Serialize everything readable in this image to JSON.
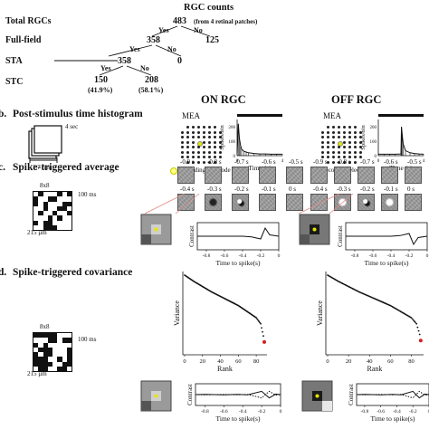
{
  "tree": {
    "title": "RGC counts",
    "rows": [
      {
        "label": "Total RGCs",
        "value": "483",
        "note": "(from 4 retinal patches)"
      },
      {
        "label": "Full-field",
        "yes": "Yes",
        "no": "No",
        "value": "358",
        "no_value": "125"
      },
      {
        "label": "STA",
        "yes": "Yes",
        "no": "No",
        "value": "358",
        "no_value": "0"
      },
      {
        "label": "STC",
        "yes": "Yes",
        "no": "No",
        "value": "150",
        "no_value": "208",
        "value_pct": "(41.9%)",
        "no_value_pct": "(58.1%)"
      }
    ],
    "branch_yes": "Yes",
    "branch_no": "No"
  },
  "columns": {
    "on": "ON RGC",
    "off": "OFF RGC"
  },
  "sections": {
    "psth": {
      "letter": "b.",
      "title": "Post-stimulus time histogram",
      "duration": "4 sec",
      "scale": "1.7 mm",
      "mea_label": "MEA",
      "electrode_label": "Recording electrode",
      "ylabel": "Spikes/bin",
      "xlabel": "Time (s)",
      "y_ticks": [
        "200",
        "100",
        "0"
      ],
      "x_ticks": [
        "0",
        "4"
      ]
    },
    "sta": {
      "letter": "c.",
      "title": "Spike-triggered average",
      "grid": "8x8",
      "frame": "100 ms",
      "pixel": "215 µm",
      "frame_times_top": [
        "-0.9 s",
        "-0.8 s",
        "-0.7 s",
        "-0.6 s",
        "-0.5 s"
      ],
      "frame_times_bottom": [
        "-0.4 s",
        "-0.3 s",
        "-0.2 s",
        "-0.1 s",
        "0 s"
      ],
      "ylabel": "Contrast",
      "xlabel": "Time to spike(s)",
      "x_ticks": [
        "-0.8",
        "-0.6",
        "-0.4",
        "-0.2",
        "0"
      ]
    },
    "stc": {
      "letter": "d.",
      "title": "Spike-triggered covariance",
      "grid": "8x8",
      "frame": "100 ms",
      "pixel": "215 µm",
      "ylabel": "Variance",
      "xlabel": "Rank",
      "x_ticks": [
        "0",
        "20",
        "40",
        "60",
        "80"
      ],
      "contrast_label": "Contrast",
      "contrast_xlabel": "Time to spike(s)",
      "contrast_x_ticks": [
        "-0.8",
        "-0.6",
        "-0.4",
        "-0.2",
        "0"
      ]
    }
  },
  "colors": {
    "accent_red": "#d42020",
    "electrode_yellow": "#e6e600",
    "line": "#111111"
  },
  "chart_data": [
    {
      "type": "bar",
      "panel": "ON PSTH",
      "ylabel": "Spikes/bin",
      "xlabel": "Time (s)",
      "ylim": [
        0,
        250
      ],
      "xlim": [
        0,
        4
      ],
      "x": [
        0.0,
        0.1,
        0.2,
        0.3,
        0.4,
        0.6,
        0.8,
        1.0,
        1.5,
        2.0,
        2.5,
        3.0,
        3.5,
        4.0
      ],
      "values": [
        15,
        220,
        120,
        70,
        45,
        30,
        25,
        20,
        15,
        12,
        12,
        10,
        10,
        10
      ]
    },
    {
      "type": "bar",
      "panel": "OFF PSTH",
      "ylabel": "Spikes/bin",
      "xlabel": "Time (s)",
      "ylim": [
        0,
        250
      ],
      "xlim": [
        0,
        4
      ],
      "x": [
        0.0,
        0.5,
        1.0,
        1.5,
        2.0,
        2.05,
        2.1,
        2.2,
        2.4,
        2.8,
        3.2,
        3.6,
        4.0
      ],
      "values": [
        10,
        10,
        10,
        10,
        12,
        200,
        150,
        80,
        35,
        20,
        15,
        12,
        10
      ]
    },
    {
      "type": "line",
      "panel": "ON STA temporal",
      "ylabel": "Contrast",
      "xlabel": "Time to spike(s)",
      "xlim": [
        -0.9,
        0
      ],
      "x": [
        -0.9,
        -0.8,
        -0.6,
        -0.4,
        -0.3,
        -0.2,
        -0.15,
        -0.1,
        0
      ],
      "values": [
        0,
        0,
        0,
        0,
        -0.05,
        -0.2,
        0.6,
        0.1,
        0
      ]
    },
    {
      "type": "line",
      "panel": "OFF STA temporal",
      "ylabel": "Contrast",
      "xlabel": "Time to spike(s)",
      "xlim": [
        -0.9,
        0
      ],
      "x": [
        -0.9,
        -0.8,
        -0.6,
        -0.4,
        -0.3,
        -0.2,
        -0.15,
        -0.1,
        0
      ],
      "values": [
        0,
        0,
        0,
        0,
        0.05,
        0.2,
        -0.6,
        -0.1,
        0
      ]
    },
    {
      "type": "scatter",
      "panel": "ON STC eigenvalues",
      "ylabel": "Variance",
      "xlabel": "Rank",
      "xlim": [
        0,
        90
      ],
      "x": [
        0,
        10,
        20,
        30,
        40,
        50,
        60,
        70,
        80,
        85,
        88
      ],
      "values": [
        1.0,
        0.92,
        0.85,
        0.78,
        0.72,
        0.66,
        0.6,
        0.52,
        0.44,
        0.36,
        0.2
      ],
      "highlight": {
        "x": 89,
        "value": 0.12
      }
    },
    {
      "type": "scatter",
      "panel": "OFF STC eigenvalues",
      "ylabel": "Variance",
      "xlabel": "Rank",
      "xlim": [
        0,
        90
      ],
      "x": [
        0,
        10,
        20,
        30,
        40,
        50,
        60,
        70,
        80,
        85,
        88
      ],
      "values": [
        1.0,
        0.92,
        0.85,
        0.78,
        0.72,
        0.66,
        0.6,
        0.52,
        0.44,
        0.36,
        0.22
      ],
      "highlight": {
        "x": 89,
        "value": 0.14
      }
    },
    {
      "type": "line",
      "panel": "ON STC temporal",
      "ylabel": "Contrast",
      "xlabel": "Time to spike(s)",
      "xlim": [
        -0.9,
        0
      ],
      "series": [
        {
          "values": [
            0,
            0.02,
            -0.02,
            0.02,
            -0.02,
            0.3,
            -0.3,
            0.05,
            0
          ]
        },
        {
          "values": [
            0,
            -0.02,
            0.02,
            -0.02,
            0.02,
            -0.3,
            0.3,
            -0.05,
            0
          ]
        }
      ],
      "x": [
        -0.9,
        -0.8,
        -0.6,
        -0.45,
        -0.35,
        -0.2,
        -0.12,
        -0.05,
        0
      ]
    },
    {
      "type": "line",
      "panel": "OFF STC temporal",
      "ylabel": "Contrast",
      "xlabel": "Time to spike(s)",
      "xlim": [
        -0.9,
        0
      ],
      "series": [
        {
          "values": [
            0,
            0.02,
            -0.02,
            0.02,
            -0.02,
            0.3,
            -0.3,
            0.05,
            0
          ]
        },
        {
          "values": [
            0,
            -0.02,
            0.02,
            -0.02,
            0.02,
            -0.3,
            0.3,
            -0.05,
            0
          ]
        }
      ],
      "x": [
        -0.9,
        -0.8,
        -0.6,
        -0.45,
        -0.35,
        -0.2,
        -0.12,
        -0.05,
        0
      ]
    }
  ]
}
